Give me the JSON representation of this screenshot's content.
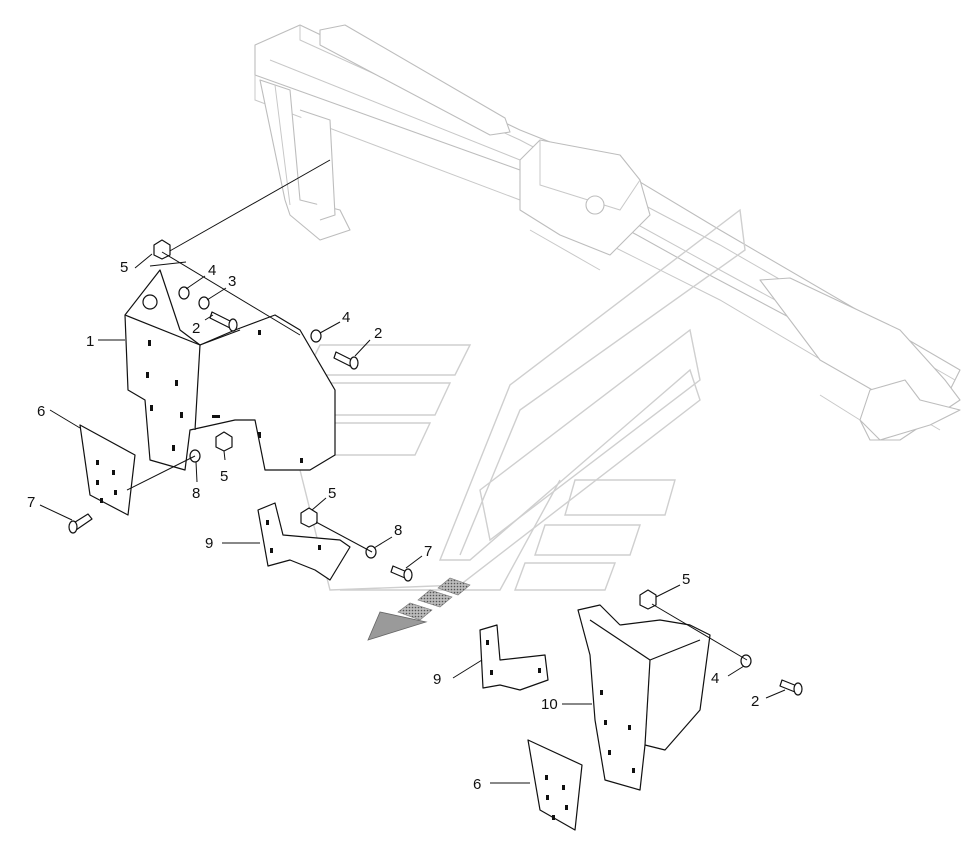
{
  "diagram": {
    "type": "exploded-parts-view",
    "callouts": [
      {
        "id": "c1",
        "text": "1"
      },
      {
        "id": "c2a",
        "text": "2"
      },
      {
        "id": "c2b",
        "text": "2"
      },
      {
        "id": "c2c",
        "text": "2"
      },
      {
        "id": "c3",
        "text": "3"
      },
      {
        "id": "c4a",
        "text": "4"
      },
      {
        "id": "c4b",
        "text": "4"
      },
      {
        "id": "c4c",
        "text": "4"
      },
      {
        "id": "c5a",
        "text": "5"
      },
      {
        "id": "c5b",
        "text": "5"
      },
      {
        "id": "c5c",
        "text": "5"
      },
      {
        "id": "c5d",
        "text": "5"
      },
      {
        "id": "c6a",
        "text": "6"
      },
      {
        "id": "c6b",
        "text": "6"
      },
      {
        "id": "c7a",
        "text": "7"
      },
      {
        "id": "c7b",
        "text": "7"
      },
      {
        "id": "c8a",
        "text": "8"
      },
      {
        "id": "c8b",
        "text": "8"
      },
      {
        "id": "c9a",
        "text": "9"
      },
      {
        "id": "c9b",
        "text": "9"
      },
      {
        "id": "c10",
        "text": "10"
      }
    ],
    "colors": {
      "line": "#111111",
      "frame": "#bdbdbd",
      "watermark": "#cfcfcf",
      "arrow_fill": "#9a9a9a"
    }
  }
}
